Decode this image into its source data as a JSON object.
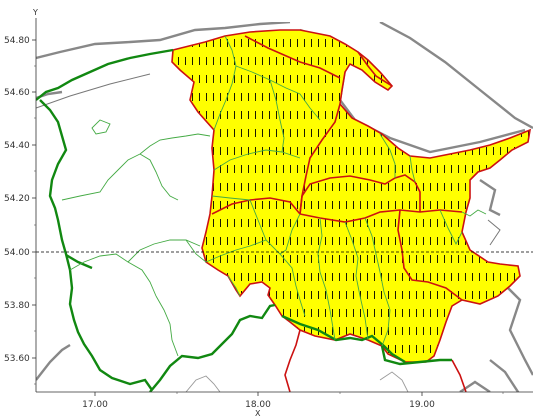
{
  "map": {
    "axis": {
      "x_letter": "X",
      "y_letter": "Y",
      "x_ticks": [
        "17.00",
        "18.00",
        "19.00"
      ],
      "y_ticks": [
        "54.80",
        "54.60",
        "54.40",
        "54.20",
        "54.00",
        "53.80",
        "53.60"
      ]
    },
    "colors": {
      "highlight_fill": "#ffff00",
      "highlight_border": "#cc1111",
      "outer_boundary": "#118811",
      "inner_boundary": "#44aa44",
      "coast": "#888888",
      "hatch": "#000000",
      "reference_line": "#000000"
    }
  }
}
